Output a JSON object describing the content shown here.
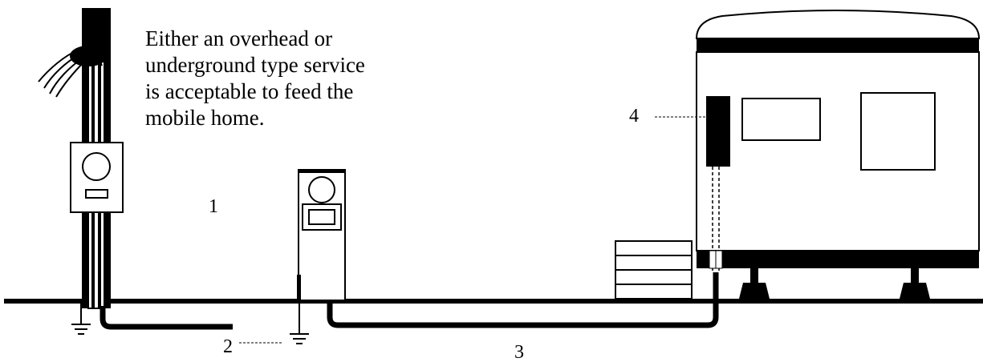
{
  "caption": {
    "lines": [
      "Either an overhead or",
      "underground type service",
      "is acceptable to feed the",
      "mobile home."
    ]
  },
  "labels": {
    "one": "1",
    "two": "2",
    "three": "3",
    "four": "4"
  },
  "colors": {
    "ink": "#000000",
    "paper": "#ffffff"
  }
}
